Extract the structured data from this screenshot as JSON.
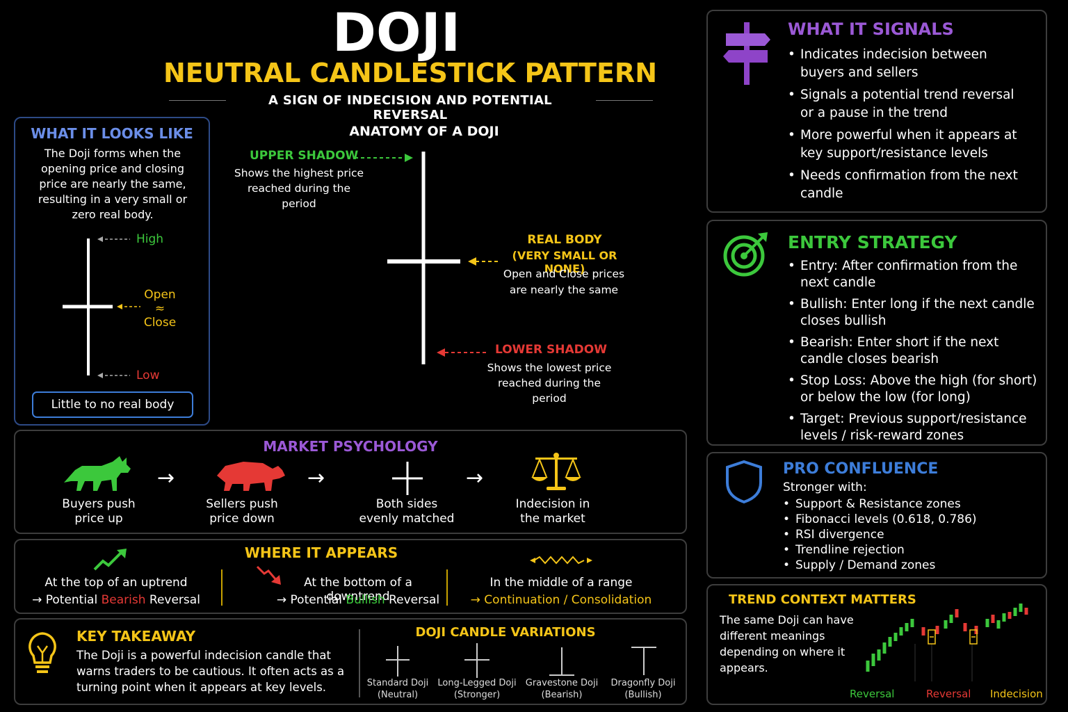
{
  "header": {
    "title": "DOJI",
    "subtitle": "NEUTRAL CANDLESTICK PATTERN",
    "tagline": "A SIGN OF INDECISION AND POTENTIAL REVERSAL"
  },
  "looks": {
    "title": "WHAT IT LOOKS LIKE",
    "desc": "The Doji forms when the opening price and closing price are nearly the same, resulting in a very small or zero real body.",
    "high": "High",
    "open": "Open",
    "approx": "≈",
    "close": "Close",
    "low": "Low",
    "note": "Little to no real body"
  },
  "anatomy": {
    "title": "ANATOMY OF A DOJI",
    "upper_title": "UPPER SHADOW",
    "upper_desc": "Shows the highest price reached during the period",
    "body_title": "REAL BODY",
    "body_sub": "(VERY SMALL OR NONE)",
    "body_desc": "Open and Close prices are nearly the same",
    "lower_title": "LOWER SHADOW",
    "lower_desc": "Shows the lowest price reached during the period"
  },
  "signals": {
    "title": "WHAT IT SIGNALS",
    "items": [
      "Indicates indecision between buyers and sellers",
      "Signals a potential trend reversal or a pause in the trend",
      "More powerful when it appears at key support/resistance levels",
      "Needs confirmation from the next candle"
    ]
  },
  "entry": {
    "title": "ENTRY STRATEGY",
    "items": [
      "Entry: After confirmation from the next candle",
      "Bullish: Enter long if the next candle closes bullish",
      "Bearish: Enter short if the next candle closes bearish",
      "Stop Loss: Above the high (for short) or below the low (for long)",
      "Target: Previous support/resistance levels / risk-reward zones"
    ]
  },
  "psych": {
    "title": "MARKET PSYCHOLOGY",
    "steps": [
      {
        "label": "Buyers push price up",
        "icon": "bull-icon"
      },
      {
        "label": "Sellers push price down",
        "icon": "bear-icon"
      },
      {
        "label": "Both sides evenly matched",
        "icon": "doji-cross-icon"
      },
      {
        "label": "Indecision in the market",
        "icon": "scale-icon"
      }
    ],
    "arrow": "→"
  },
  "pro": {
    "title": "PRO CONFLUENCE",
    "lead": "Stronger with:",
    "items": [
      "Support & Resistance zones",
      "Fibonacci levels (0.618, 0.786)",
      "RSI divergence",
      "Trendline rejection",
      "Supply / Demand zones"
    ]
  },
  "where": {
    "title": "WHERE IT APPEARS",
    "a1": "At the top of an uptrend",
    "a2_pre": "→ Potential ",
    "a2_hl": "Bearish",
    "a2_post": " Reversal",
    "b1": "At the bottom of a downtrend",
    "b2_pre": "→ Potential ",
    "b2_hl": "Bullish",
    "b2_post": " Reversal",
    "c1": "In the middle of a range",
    "c2": "→ Continuation / Consolidation"
  },
  "takeaway": {
    "title": "KEY TAKEAWAY",
    "text": "The Doji is a powerful indecision candle that warns traders to be cautious. It often acts as a turning point when it appears at key levels."
  },
  "variations": {
    "title": "DOJI CANDLE VARIATIONS",
    "items": [
      {
        "name": "Standard Doji",
        "note": "(Neutral)"
      },
      {
        "name": "Long-Legged Doji",
        "note": "(Stronger)"
      },
      {
        "name": "Gravestone Doji",
        "note": "(Bearish)"
      },
      {
        "name": "Dragonfly Doji",
        "note": "(Bullish)"
      }
    ]
  },
  "trend": {
    "title": "TREND CONTEXT MATTERS",
    "text": "The same Doji can have different meanings depending on where it appears.",
    "labels": [
      "Reversal",
      "Reversal",
      "Indecision"
    ]
  },
  "colors": {
    "bg": "#000000",
    "purple": "#9b59d6",
    "green": "#3cc83c",
    "yellow": "#f5c518",
    "red": "#e53935",
    "blue": "#3d7dd9"
  }
}
